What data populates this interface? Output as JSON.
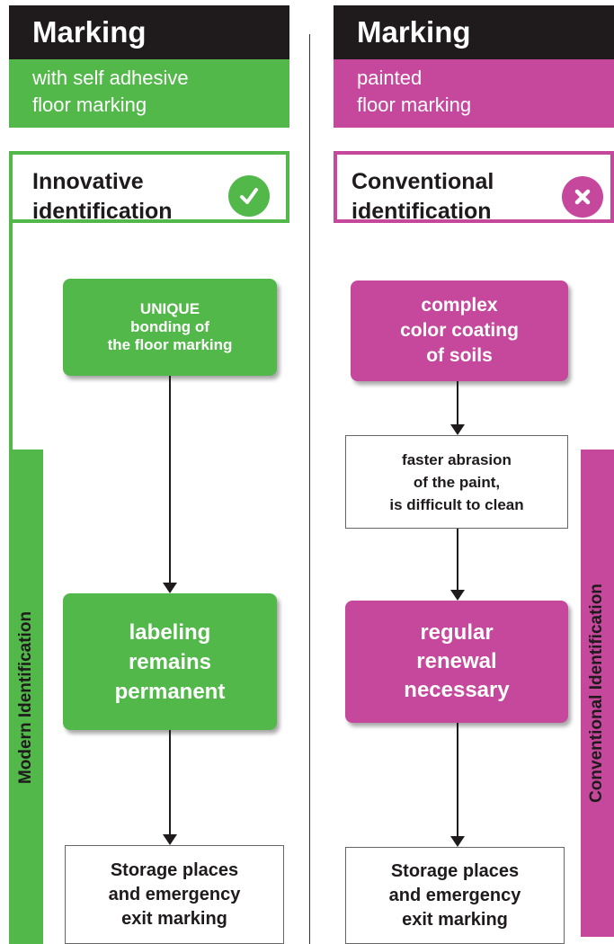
{
  "colors": {
    "green": "#52b84a",
    "magenta": "#c6489d",
    "dark": "#1f1a1c"
  },
  "left": {
    "header": "Marking",
    "subtitle_line1": "with self adhesive",
    "subtitle_line2": "floor marking",
    "id_line1": "Innovative",
    "id_line2": "identification",
    "badge_icon": "check-icon",
    "side_label": "Modern Identification",
    "node1": [
      "UNIQUE",
      "bonding of",
      "the floor marking"
    ],
    "node2": [
      "labeling",
      "remains",
      "permanent"
    ],
    "node3": [
      "Storage places",
      "and emergency",
      "exit marking"
    ]
  },
  "right": {
    "header": "Marking",
    "subtitle_line1": "painted",
    "subtitle_line2": "floor marking",
    "id_line1": "Conventional",
    "id_line2": "identification",
    "badge_icon": "x-icon",
    "side_label": "Conventional Identification",
    "node1": [
      "complex",
      "color coating",
      "of soils"
    ],
    "node2": [
      "faster abrasion",
      "of the paint,",
      "is difficult to clean"
    ],
    "node3": [
      "regular",
      "renewal",
      "necessary"
    ],
    "node4": [
      "Storage places",
      "and emergency",
      "exit marking"
    ]
  }
}
